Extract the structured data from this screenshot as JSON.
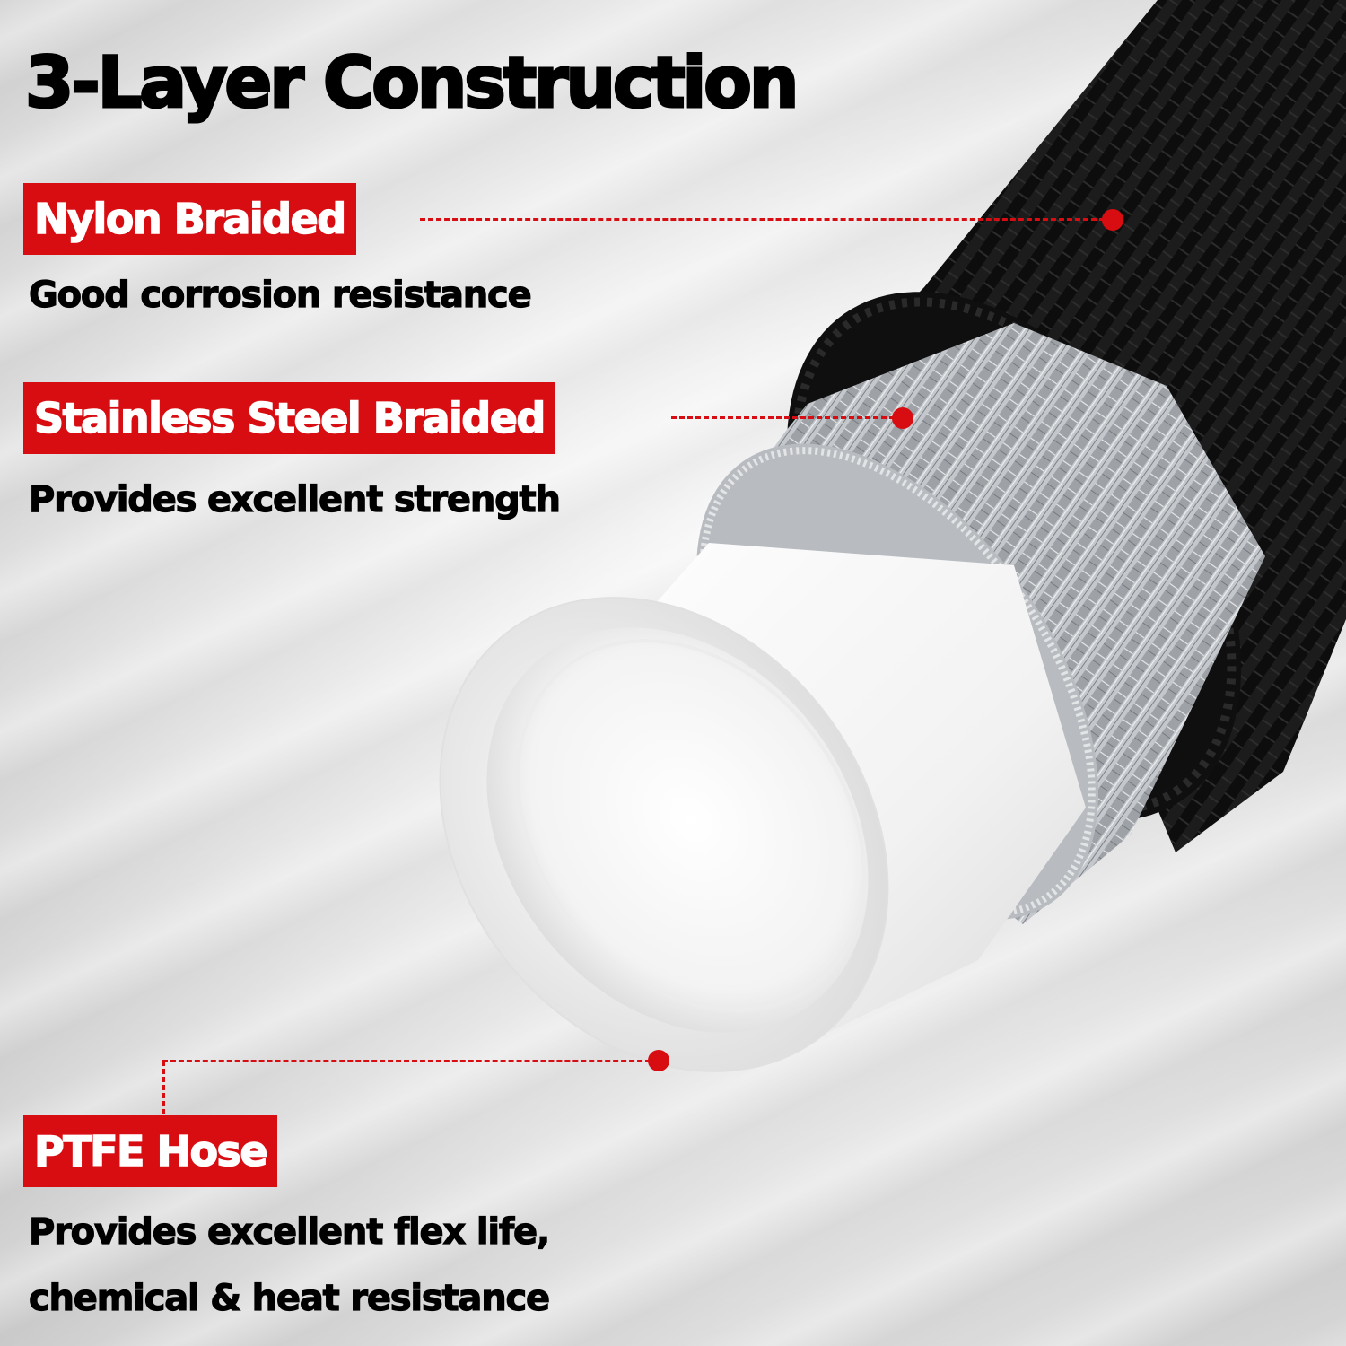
{
  "title": "3-Layer Construction",
  "layers": [
    {
      "label": "Nylon Braided",
      "description": "Good corrosion resistance"
    },
    {
      "label": "Stainless Steel Braided",
      "description": "Provides excellent strength"
    },
    {
      "label": "PTFE Hose",
      "description_lines": [
        "Provides excellent flex life,",
        "chemical & heat resistance"
      ]
    }
  ],
  "colors": {
    "accent": "#d70d12",
    "nylon": "#111111",
    "steel": "#a9adb2",
    "ptfe": "#f4f4f4"
  }
}
